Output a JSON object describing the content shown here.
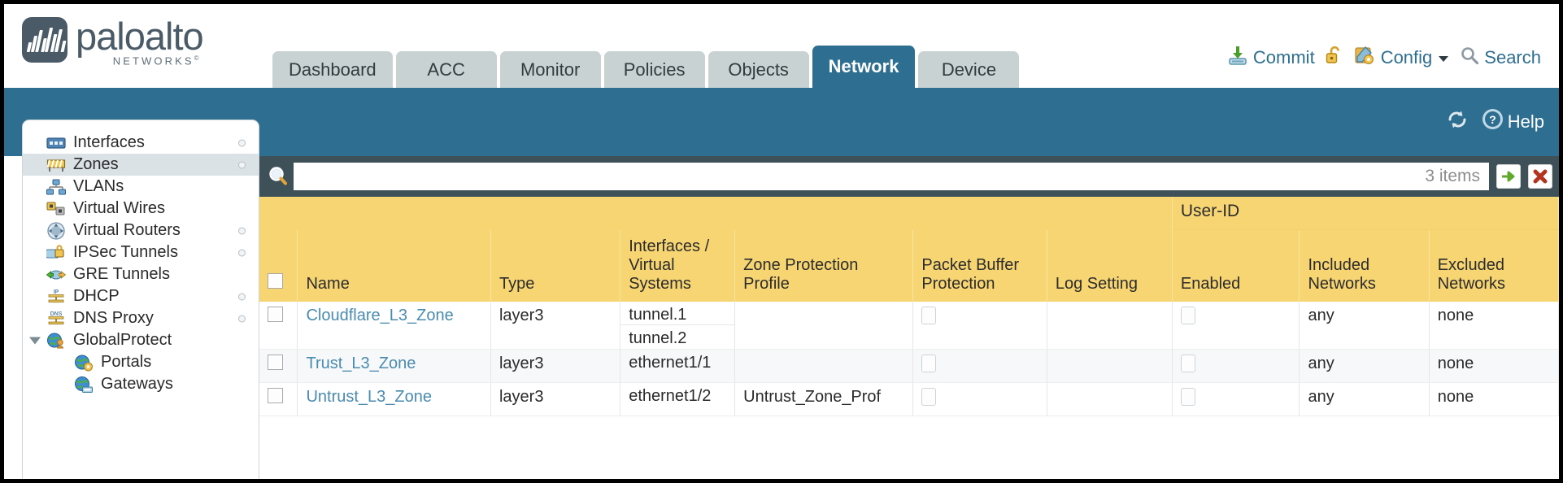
{
  "brand": {
    "name": "paloalto",
    "tagline": "NETWORKS",
    "trademark": "©"
  },
  "nav": {
    "tabs": [
      {
        "label": "Dashboard",
        "active": false
      },
      {
        "label": "ACC",
        "active": false
      },
      {
        "label": "Monitor",
        "active": false
      },
      {
        "label": "Policies",
        "active": false
      },
      {
        "label": "Objects",
        "active": false
      },
      {
        "label": "Network",
        "active": true
      },
      {
        "label": "Device",
        "active": false
      }
    ]
  },
  "topactions": {
    "commit": "Commit",
    "config": "Config",
    "search": "Search"
  },
  "helpbar": {
    "help": "Help"
  },
  "sidebar": {
    "items": [
      {
        "label": "Interfaces",
        "icon": "interfaces-icon",
        "selected": false,
        "dot": true,
        "child": false,
        "caret": false
      },
      {
        "label": "Zones",
        "icon": "zones-icon",
        "selected": true,
        "dot": true,
        "child": false,
        "caret": false
      },
      {
        "label": "VLANs",
        "icon": "vlans-icon",
        "selected": false,
        "dot": false,
        "child": false,
        "caret": false
      },
      {
        "label": "Virtual Wires",
        "icon": "virtual-wires-icon",
        "selected": false,
        "dot": false,
        "child": false,
        "caret": false
      },
      {
        "label": "Virtual Routers",
        "icon": "virtual-routers-icon",
        "selected": false,
        "dot": true,
        "child": false,
        "caret": false
      },
      {
        "label": "IPSec Tunnels",
        "icon": "ipsec-tunnels-icon",
        "selected": false,
        "dot": true,
        "child": false,
        "caret": false
      },
      {
        "label": "GRE Tunnels",
        "icon": "gre-tunnels-icon",
        "selected": false,
        "dot": false,
        "child": false,
        "caret": false
      },
      {
        "label": "DHCP",
        "icon": "dhcp-icon",
        "selected": false,
        "dot": true,
        "child": false,
        "caret": false
      },
      {
        "label": "DNS Proxy",
        "icon": "dns-proxy-icon",
        "selected": false,
        "dot": true,
        "child": false,
        "caret": false
      },
      {
        "label": "GlobalProtect",
        "icon": "globalprotect-icon",
        "selected": false,
        "dot": false,
        "child": false,
        "caret": true
      },
      {
        "label": "Portals",
        "icon": "portals-icon",
        "selected": false,
        "dot": false,
        "child": true,
        "caret": false
      },
      {
        "label": "Gateways",
        "icon": "gateways-icon",
        "selected": false,
        "dot": false,
        "child": true,
        "caret": false
      }
    ]
  },
  "search": {
    "value": "",
    "placeholder": "",
    "item_count": "3 items"
  },
  "table": {
    "group_header": "User-ID",
    "columns": [
      "Name",
      "Type",
      "Interfaces / Virtual Systems",
      "Zone Protection Profile",
      "Packet Buffer Protection",
      "Log Setting",
      "Enabled",
      "Included Networks",
      "Excluded Networks"
    ],
    "columns_multiline": {
      "interfaces": [
        "Interfaces /",
        "Virtual",
        "Systems"
      ],
      "zone_protection": [
        "Zone Protection",
        "Profile"
      ],
      "packet_buffer": [
        "Packet Buffer",
        "Protection"
      ],
      "included": [
        "Included",
        "Networks"
      ],
      "excluded": [
        "Excluded",
        "Networks"
      ]
    },
    "rows": [
      {
        "name": "Cloudflare_L3_Zone",
        "type": "layer3",
        "interfaces": [
          "tunnel.1",
          "tunnel.2"
        ],
        "zone_protection_profile": "",
        "packet_buffer_protection": false,
        "log_setting": "",
        "userid_enabled": false,
        "included_networks": "any",
        "excluded_networks": "none"
      },
      {
        "name": "Trust_L3_Zone",
        "type": "layer3",
        "interfaces": [
          "ethernet1/1"
        ],
        "zone_protection_profile": "",
        "packet_buffer_protection": false,
        "log_setting": "",
        "userid_enabled": false,
        "included_networks": "any",
        "excluded_networks": "none"
      },
      {
        "name": "Untrust_L3_Zone",
        "type": "layer3",
        "interfaces": [
          "ethernet1/2"
        ],
        "zone_protection_profile": "Untrust_Zone_Prof",
        "packet_buffer_protection": false,
        "log_setting": "",
        "userid_enabled": false,
        "included_networks": "any",
        "excluded_networks": "none"
      }
    ]
  },
  "colors": {
    "brand_blue": "#2e6e91",
    "header_yellow": "#f7d572",
    "group_yellow": "#e8bc4e",
    "panel_dark": "#3e5058",
    "tab_inactive": "#c8d2d2",
    "link_blue": "#4a8bb0"
  }
}
